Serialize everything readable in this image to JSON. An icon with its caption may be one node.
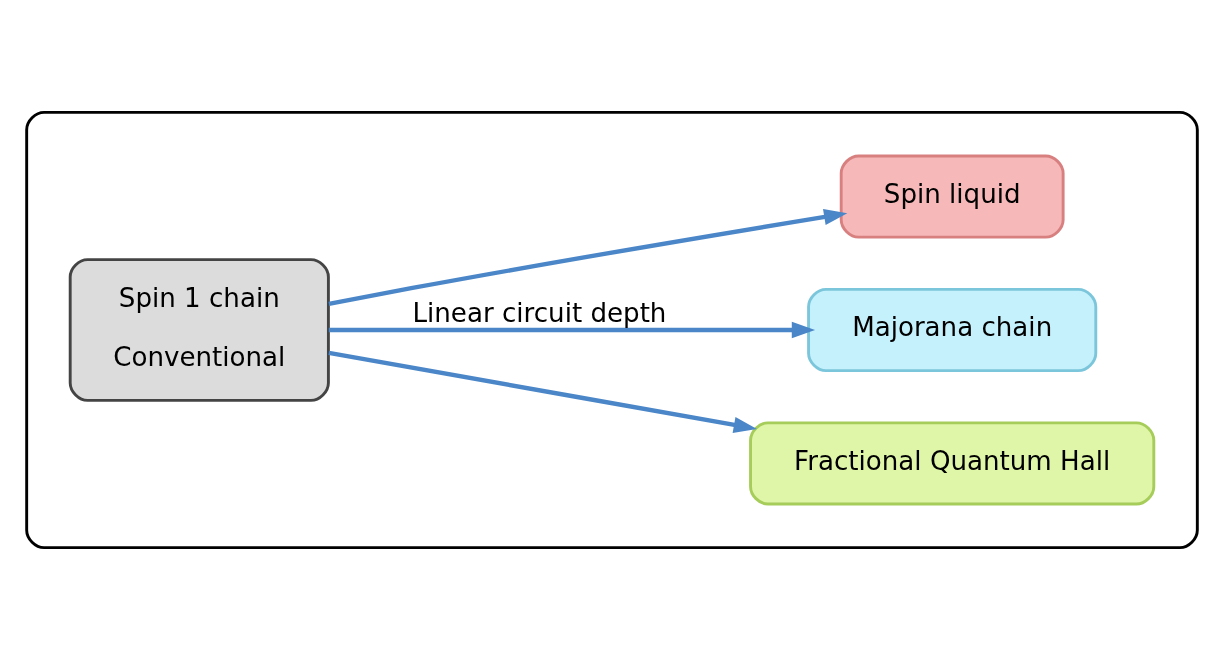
{
  "diagram": {
    "nodes": [
      {
        "text": [],
        "shape": "box"
      },
      {
        "text": [
          "Spin 1 chain",
          "Conventional"
        ],
        "in": 0
      },
      {
        "text": [
          "Fractional Quantum Hall"
        ],
        "in": 0
      },
      {
        "text": [
          "Majorana chain"
        ],
        "in": 0
      },
      {
        "text": [
          "Spin liquid"
        ],
        "in": 0
      }
    ],
    "edges": [
      {
        "from": 1,
        "to": 2,
        "arrow": "to"
      },
      {
        "from": 1,
        "to": 3,
        "arrow": "to",
        "label": "Linear circuit depth"
      },
      {
        "from": 1,
        "to": 4,
        "arrow": "to"
      }
    ]
  }
}
